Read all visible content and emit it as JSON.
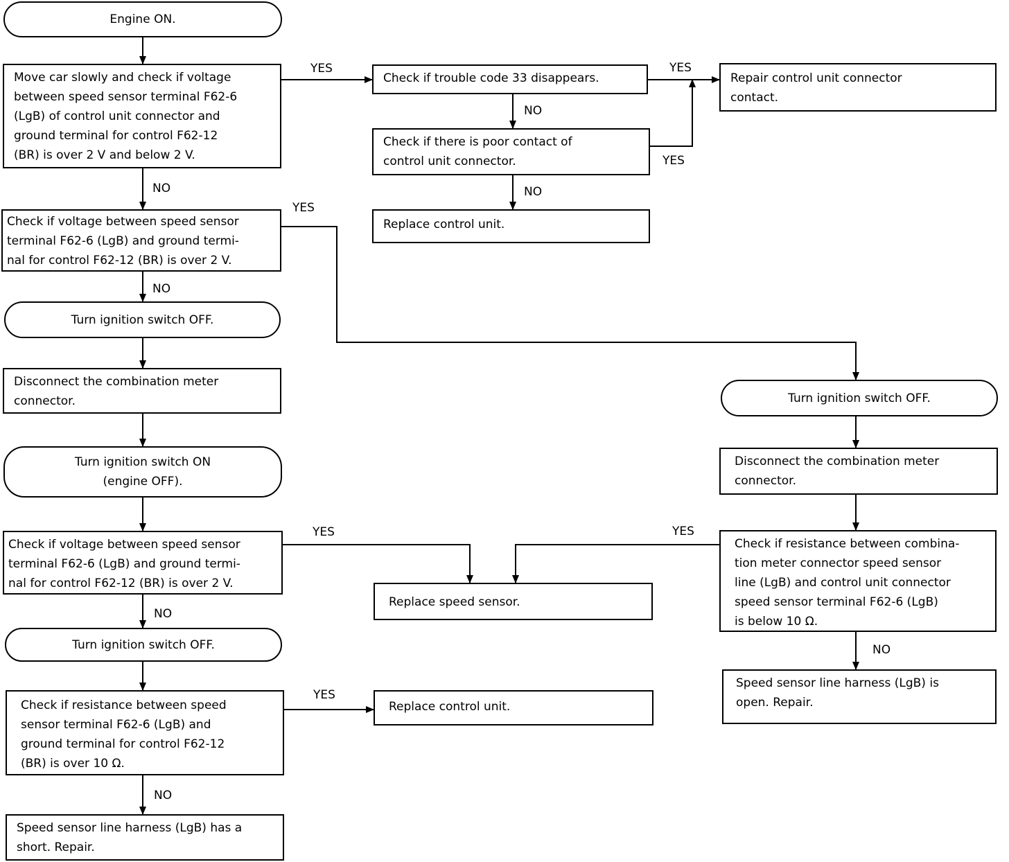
{
  "nodes": {
    "engine_on": [
      "Engine ON."
    ],
    "move_car_check": [
      "Move car slowly and check if voltage",
      "between speed sensor terminal F62-6",
      "(LgB) of control unit connector and",
      "ground terminal for control F62-12",
      "(BR) is over 2 V and below 2 V."
    ],
    "check_code_33": [
      "Check if trouble code 33 disappears."
    ],
    "repair_connector": [
      "Repair control unit connector",
      "contact."
    ],
    "check_poor_contact": [
      "Check if there is poor contact of",
      "control unit connector."
    ],
    "replace_control_unit_1": [
      "Replace control unit."
    ],
    "check_voltage_1": [
      "Check if voltage between speed sensor",
      "terminal F62-6 (LgB) and ground termi-",
      "nal for control F62-12 (BR) is over 2 V."
    ],
    "ignition_off_1": [
      "Turn ignition switch OFF."
    ],
    "disconnect_meter_1": [
      "Disconnect the combination meter",
      "connector."
    ],
    "ignition_on": [
      "Turn ignition switch ON",
      "(engine OFF)."
    ],
    "check_voltage_2": [
      "Check if voltage between speed sensor",
      "terminal F62-6 (LgB) and ground termi-",
      "nal for control F62-12 (BR) is over 2 V."
    ],
    "ignition_off_2": [
      "Turn ignition switch OFF."
    ],
    "check_resistance_ground": [
      "Check if resistance between speed",
      "sensor terminal F62-6 (LgB) and",
      "ground terminal for control F62-12",
      "(BR) is over 10 Ω."
    ],
    "harness_short": [
      "Speed sensor line harness (LgB) has a",
      "short.  Repair."
    ],
    "replace_speed_sensor": [
      "Replace speed sensor."
    ],
    "replace_control_unit_2": [
      "Replace control unit."
    ],
    "ignition_off_3": [
      "Turn ignition switch OFF."
    ],
    "disconnect_meter_2": [
      "Disconnect the combination meter",
      "connector."
    ],
    "check_resistance_line": [
      "Check if resistance between combina-",
      "tion meter connector speed sensor",
      "line (LgB) and control unit connector",
      "speed sensor terminal F62-6 (LgB)",
      "is below 10 Ω."
    ],
    "harness_open": [
      "Speed sensor line harness (LgB) is",
      "open.  Repair."
    ]
  },
  "labels": {
    "yes": "YES",
    "no": "NO"
  }
}
